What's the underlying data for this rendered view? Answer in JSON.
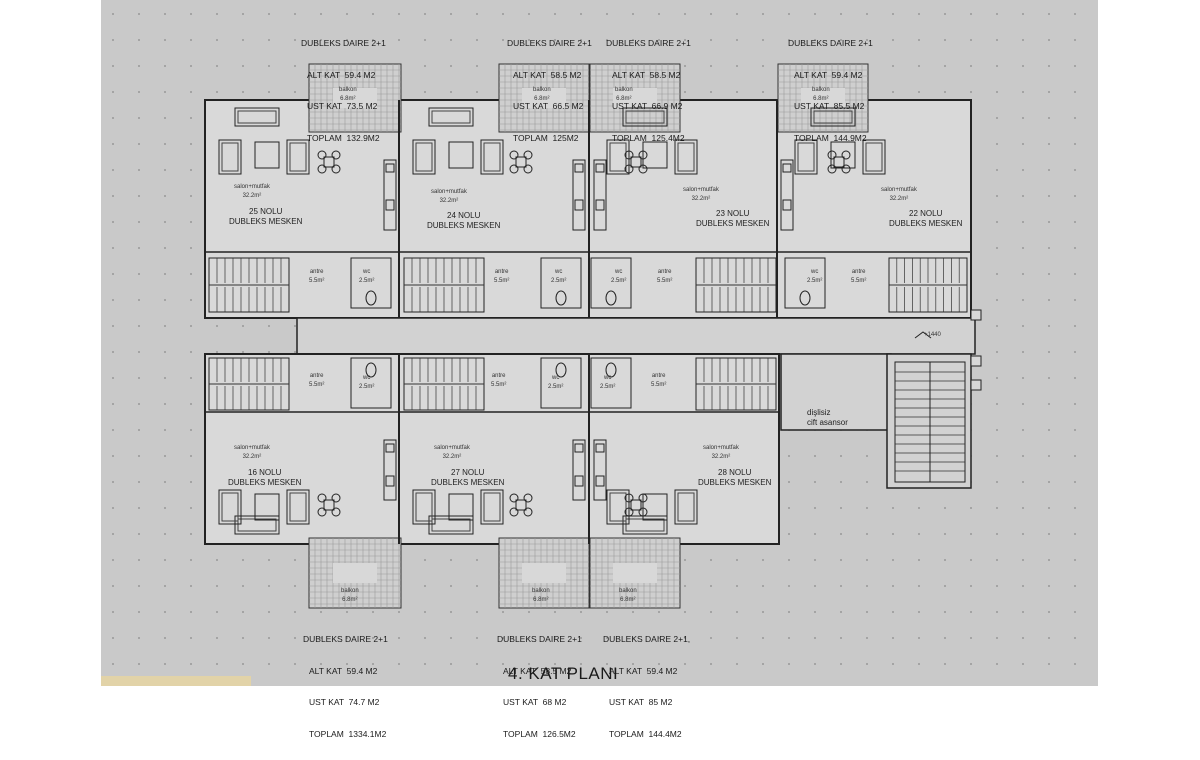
{
  "drawing_title": "4. KAT PLANI",
  "apartments": [
    {
      "id": "top-25",
      "heading": "DUBLEKS DAIRE 2+1",
      "alt": "ALT KAT  59.4 M2",
      "ust": "UST KAT  73.5 M2",
      "toplam": "TOPLAM  132.9M2",
      "name": "25 NOLU",
      "type": "DUBLEKS MESKEN"
    },
    {
      "id": "top-24",
      "heading": "DUBLEKS DAIRE 2+1",
      "alt": "ALT KAT  58.5 M2",
      "ust": "UST KAT  66.5 M2",
      "toplam": "TOPLAM  125M2",
      "name": "24 NOLU",
      "type": "DUBLEKS MESKEN"
    },
    {
      "id": "top-23",
      "heading": "DUBLEKS DAIRE 2+1",
      "alt": "ALT KAT  58.5 M2",
      "ust": "UST KAT  66.9 M2",
      "toplam": "TOPLAM  125.4M2",
      "name": "23 NOLU",
      "type": "DUBLEKS MESKEN"
    },
    {
      "id": "top-22",
      "heading": "DUBLEKS DAIRE 2+1",
      "alt": "ALT KAT  59.4 M2",
      "ust": "UST KAT  85.5 M2",
      "toplam": "TOPLAM  144.9M2",
      "name": "22 NOLU",
      "type": "DUBLEKS MESKEN"
    },
    {
      "id": "bot-16",
      "heading": "DUBLEKS DAIRE 2+1",
      "alt": "ALT KAT  59.4 M2",
      "ust": "UST KAT  74.7 M2",
      "toplam": "TOPLAM  1334.1M2",
      "name": "16 NOLU",
      "type": "DUBLEKS MESKEN"
    },
    {
      "id": "bot-27",
      "heading": "DUBLEKS DAIRE 2+1",
      "alt": "ALT KAT  58.5 M2",
      "ust": "UST KAT  68 M2",
      "toplam": "TOPLAM  126.5M2",
      "name": "27 NOLU",
      "type": "DUBLEKS MESKEN"
    },
    {
      "id": "bot-28",
      "heading": "DUBLEKS DAIRE 2+1,",
      "alt": "ALT KAT  59.4 M2",
      "ust": "UST KAT  85 M2",
      "toplam": "TOPLAM  144.4M2",
      "name": "28 NOLU",
      "type": "DUBLEKS MESKEN"
    }
  ],
  "rooms": {
    "salon": "salon+mutfak",
    "salon_area": "32.2m²",
    "balkon": "balkon",
    "balkon_area": "6.8m²",
    "antre": "antre",
    "antre_area": "5.5m²",
    "wc": "wc",
    "wc_area": "2.5m²"
  },
  "elevator": {
    "line1": "dişlisiz",
    "line2": "cift asansor"
  },
  "elevation": "+1440"
}
